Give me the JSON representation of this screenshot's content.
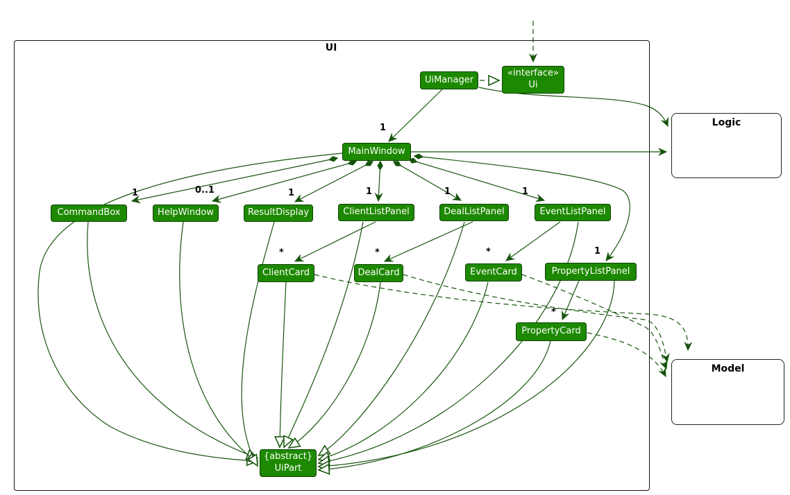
{
  "frame": {
    "label": "UI"
  },
  "external": {
    "logic": {
      "label": "Logic"
    },
    "model": {
      "label": "Model"
    }
  },
  "classes": {
    "uimanager": {
      "label": "UiManager"
    },
    "ui": {
      "stereotype": "«interface»",
      "name": "Ui"
    },
    "mainwindow": {
      "label": "MainWindow"
    },
    "commandbox": {
      "label": "CommandBox"
    },
    "helpwindow": {
      "label": "HelpWindow"
    },
    "resultdisplay": {
      "label": "ResultDisplay"
    },
    "clientlistpanel": {
      "label": "ClientListPanel"
    },
    "deallistpanel": {
      "label": "DealListPanel"
    },
    "eventlistpanel": {
      "label": "EventListPanel"
    },
    "clientcard": {
      "label": "ClientCard"
    },
    "dealcard": {
      "label": "DealCard"
    },
    "eventcard": {
      "label": "EventCard"
    },
    "propertylistpanel": {
      "label": "PropertyListPanel"
    },
    "propertycard": {
      "label": "PropertyCard"
    },
    "uipart": {
      "stereotype": "{abstract}",
      "name": "UiPart"
    }
  },
  "multiplicities": {
    "mainwindow": "1",
    "commandbox": "1",
    "helpwindow": "0..1",
    "resultdisplay": "1",
    "clientlistpanel": "1",
    "deallistpanel": "1",
    "eventlistpanel": "1",
    "propertylistpanel": "1",
    "clientcard": "*",
    "dealcard": "*",
    "eventcard": "*",
    "propertycard": "*"
  },
  "relationships": [
    {
      "from": "external",
      "to": "Ui",
      "type": "dashed-arrow"
    },
    {
      "from": "UiManager",
      "to": "Ui",
      "type": "realization"
    },
    {
      "from": "UiManager",
      "to": "MainWindow",
      "type": "association",
      "multiplicity": "1"
    },
    {
      "from": "UiManager",
      "to": "Logic",
      "type": "association"
    },
    {
      "from": "MainWindow",
      "to": "Logic",
      "type": "association"
    },
    {
      "from": "MainWindow",
      "to": "CommandBox",
      "type": "composition",
      "multiplicity": "1"
    },
    {
      "from": "MainWindow",
      "to": "HelpWindow",
      "type": "composition",
      "multiplicity": "0..1"
    },
    {
      "from": "MainWindow",
      "to": "ResultDisplay",
      "type": "composition",
      "multiplicity": "1"
    },
    {
      "from": "MainWindow",
      "to": "ClientListPanel",
      "type": "composition",
      "multiplicity": "1"
    },
    {
      "from": "MainWindow",
      "to": "DealListPanel",
      "type": "composition",
      "multiplicity": "1"
    },
    {
      "from": "MainWindow",
      "to": "EventListPanel",
      "type": "composition",
      "multiplicity": "1"
    },
    {
      "from": "MainWindow",
      "to": "PropertyListPanel",
      "type": "composition",
      "multiplicity": "1"
    },
    {
      "from": "ClientListPanel",
      "to": "ClientCard",
      "type": "association",
      "multiplicity": "*"
    },
    {
      "from": "DealListPanel",
      "to": "DealCard",
      "type": "association",
      "multiplicity": "*"
    },
    {
      "from": "EventListPanel",
      "to": "EventCard",
      "type": "association",
      "multiplicity": "*"
    },
    {
      "from": "PropertyListPanel",
      "to": "PropertyCard",
      "type": "association",
      "multiplicity": "*"
    },
    {
      "from": "ClientCard",
      "to": "Model",
      "type": "dependency"
    },
    {
      "from": "DealCard",
      "to": "Model",
      "type": "dependency"
    },
    {
      "from": "EventCard",
      "to": "Model",
      "type": "dependency"
    },
    {
      "from": "PropertyCard",
      "to": "Model",
      "type": "dependency"
    },
    {
      "from": "MainWindow",
      "to": "UiPart",
      "type": "inheritance"
    },
    {
      "from": "CommandBox",
      "to": "UiPart",
      "type": "inheritance"
    },
    {
      "from": "HelpWindow",
      "to": "UiPart",
      "type": "inheritance"
    },
    {
      "from": "ResultDisplay",
      "to": "UiPart",
      "type": "inheritance"
    },
    {
      "from": "ClientListPanel",
      "to": "UiPart",
      "type": "inheritance"
    },
    {
      "from": "DealListPanel",
      "to": "UiPart",
      "type": "inheritance"
    },
    {
      "from": "EventListPanel",
      "to": "UiPart",
      "type": "inheritance"
    },
    {
      "from": "PropertyListPanel",
      "to": "UiPart",
      "type": "inheritance"
    },
    {
      "from": "ClientCard",
      "to": "UiPart",
      "type": "inheritance"
    },
    {
      "from": "DealCard",
      "to": "UiPart",
      "type": "inheritance"
    },
    {
      "from": "EventCard",
      "to": "UiPart",
      "type": "inheritance"
    },
    {
      "from": "PropertyCard",
      "to": "UiPart",
      "type": "inheritance"
    }
  ],
  "colors": {
    "class_fill": "#1d8900",
    "class_border": "#0e4100",
    "line": "#16540c",
    "frame_border": "#111111",
    "external_fill": "#ffffff",
    "external_border": "#222222",
    "class_text": "#ffffff",
    "label_text": "#000000"
  }
}
